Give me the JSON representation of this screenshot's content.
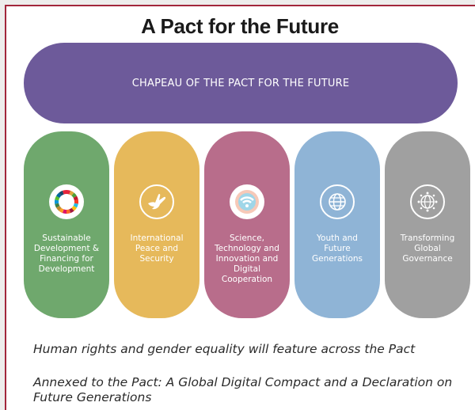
{
  "title": "A Pact for the Future",
  "chapeau": "CHAPEAU OF THE PACT FOR THE FUTURE",
  "pillars": [
    {
      "label": "Sustainable\nDevelopment &\nFinancing for\nDevelopment",
      "color": "#6fa86d",
      "icon": "sdg-wheel-icon"
    },
    {
      "label": "International\nPeace and\nSecurity",
      "color": "#e6b95b",
      "icon": "peace-dove-icon"
    },
    {
      "label": "Science,\nTechnology and\nInnovation and\nDigital\nCooperation",
      "color": "#b86d8b",
      "icon": "wifi-icon"
    },
    {
      "label": "Youth and\nFuture\nGenerations",
      "color": "#8fb4d6",
      "icon": "globe-icon"
    },
    {
      "label": "Transforming\nGlobal\nGovernance",
      "color": "#a0a0a0",
      "icon": "globe-network-icon"
    }
  ],
  "notes": {
    "human_rights": "Human rights and gender equality will feature across the Pact",
    "annexed": "Annexed to the Pact: A Global Digital Compact and a Declaration on Future Generations"
  }
}
